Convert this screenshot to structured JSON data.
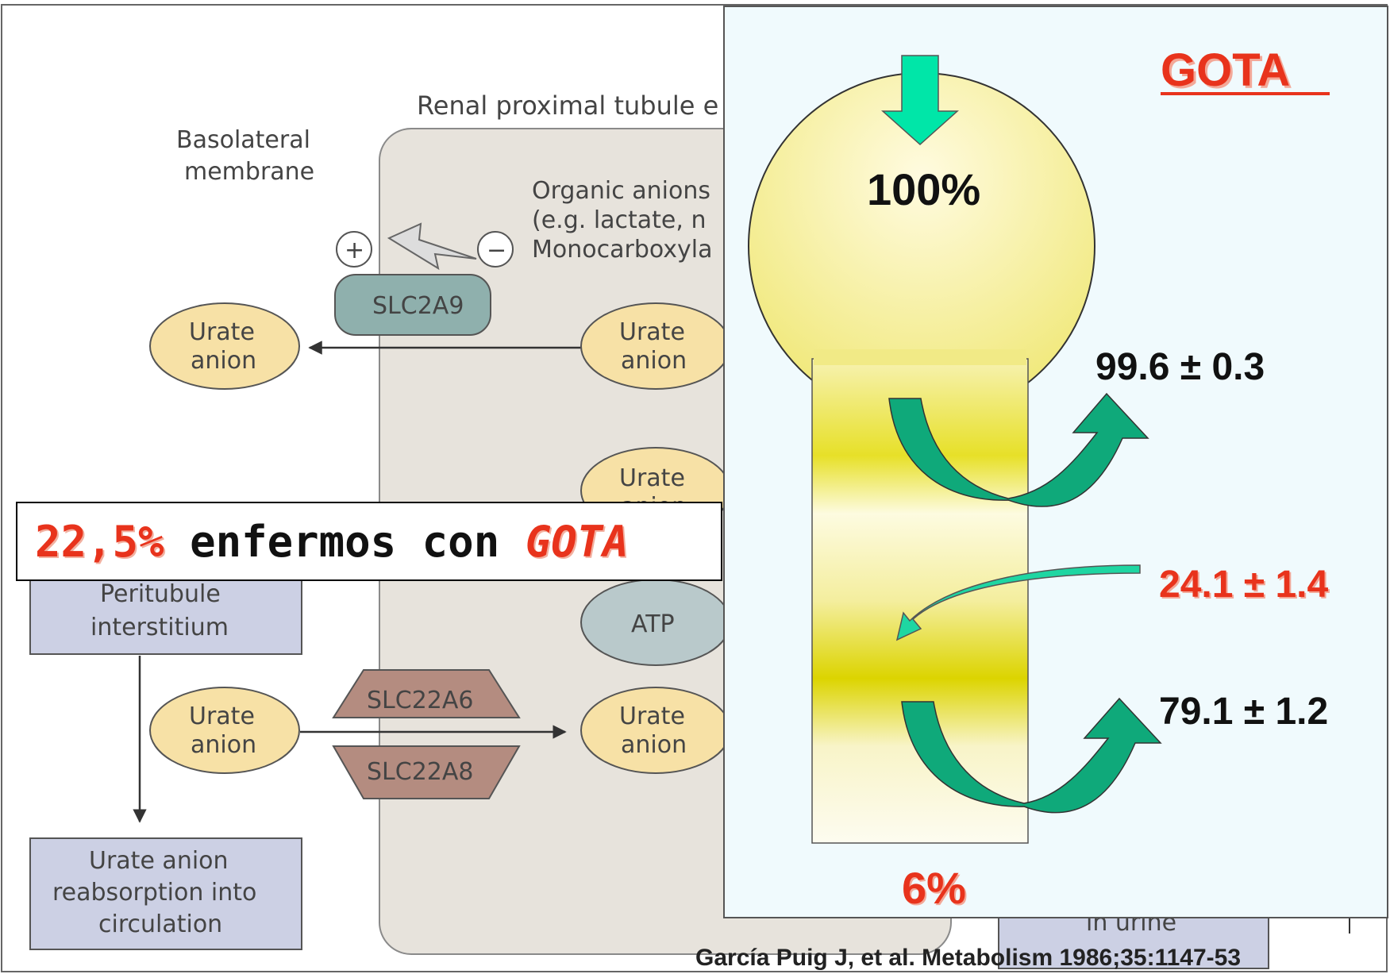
{
  "background_diagram": {
    "title": "Renal proximal tubule e",
    "membrane_label_line1": "Basolateral",
    "membrane_label_line2": "membrane",
    "organic_line1": "Organic anions",
    "organic_line2": "(e.g. lactate, n",
    "organic_line3": "Monocarboxyla",
    "plus_sign": "+",
    "minus_sign": "−",
    "transporter_glut9": "SLC2A9",
    "transporter_oat1": "SLC22A6",
    "transporter_oat3": "SLC22A8",
    "urate_line1": "Urate",
    "urate_line2": "anion",
    "atp": "ATP",
    "interstitium_line1": "Peritubule",
    "interstitium_line2": "interstitium",
    "reabs_line1": "Urate anion",
    "reabs_line2": "reabsorption into",
    "reabs_line3": "circulation",
    "urine_fragment": "in urine"
  },
  "callout": {
    "percent": "22,5%",
    "text": " enfermos con ",
    "disease": "GOTA"
  },
  "panel": {
    "title": "GOTA",
    "filtered": "100%",
    "reabsorption1": "99.6 ± 0.3",
    "secretion": "24.1 ± 1.4",
    "reabsorption2": "79.1 ± 1.2",
    "excreted": "6%"
  },
  "citation": "García Puig J, et al. Metabolism 1986;35:1147-53",
  "colors": {
    "accent_red": "#e8331c",
    "arrow_green": "#1fd6a2",
    "arrow_dark_green": "#0f9c72",
    "panel_bg": "#f0fafd",
    "bulb_yellow": "#f2ec8c",
    "tubule_band": "#d8d000"
  }
}
